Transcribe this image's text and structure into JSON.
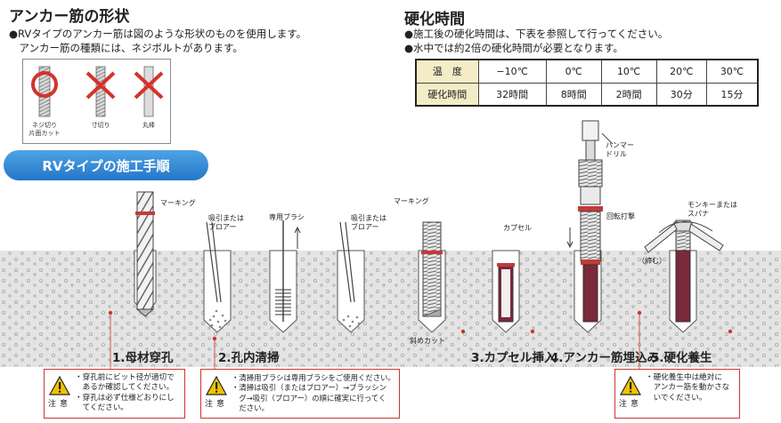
{
  "shape": {
    "title": "アンカー筋の形状",
    "lines": [
      "●RVタイプのアンカー筋は図のような形状のものを使用します。",
      "　アンカー筋の種類には、ネジボルトがあります。"
    ],
    "items": [
      {
        "label": "ネジ切り\n片面カット",
        "ok": true
      },
      {
        "label": "寸切り",
        "ok": false
      },
      {
        "label": "丸棒",
        "ok": false
      }
    ]
  },
  "cure": {
    "title": "硬化時間",
    "lines": [
      "●施工後の硬化時間は、下表を参照して行ってください。",
      "●水中では約2倍の硬化時間が必要となります。"
    ],
    "table": {
      "temp_label": "温　度",
      "time_label": "硬化時間",
      "temps": [
        "−10℃",
        "0℃",
        "10℃",
        "20℃",
        "30℃"
      ],
      "times": [
        "32時間",
        "8時間",
        "2時間",
        "30分",
        "15分"
      ]
    }
  },
  "procedure": {
    "title": "RVタイプの施工手順",
    "labels": {
      "marking1": "マーキング",
      "suction1": "吸引または\nブロアー",
      "brush": "専用ブラシ",
      "suction2": "吸引または\nブロアー",
      "marking2": "マーキング",
      "oblique": "斜めカット",
      "capsule": "カプセル",
      "hammer": "ハンマー\nドリル",
      "rotate": "回転打撃",
      "wrench": "モンキーまたは\nスパナ",
      "tighten": "（締む）"
    },
    "steps": [
      "1.母材穿孔",
      "2.孔内清掃",
      "3.カプセル挿入",
      "4.アンカー筋埋込み",
      "5.硬化養生"
    ]
  },
  "cautions": [
    {
      "label": "注意",
      "lines": [
        "・穿孔前にビット径が適切で",
        "　あるか確認してください。",
        "・穿孔は必ず仕様どおりにし",
        "　てください。"
      ]
    },
    {
      "label": "注意",
      "lines": [
        "・清掃用ブラシは専用ブラシをご使用ください。",
        "・清掃は吸引（またはブロアー）→ブラッシン",
        "　グ→吸引（ブロアー）の順に確実に行ってく",
        "　ださい。"
      ]
    },
    {
      "label": "注意",
      "lines": [
        "・硬化養生中は絶対に",
        "　アンカー筋を動かさな",
        "　いでください。"
      ]
    }
  ],
  "colors": {
    "accent_blue": "#2f86d6",
    "caution_red": "#c9372c",
    "ok_red": "#d6322c",
    "ng_red": "#d6322c",
    "table_label_bg": "#f4ecc6",
    "rod_maroon": "#6e2430"
  }
}
